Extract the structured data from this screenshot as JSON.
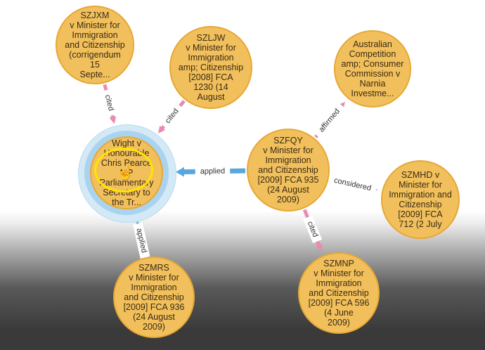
{
  "graph": {
    "selected_node": "Wight v\nHonourable\nChris Pearce\nMP\nParliamentary\nSecretary to\nthe Tr...",
    "nodes": [
      {
        "id": "wight",
        "label": "Wight v\nHonourable\nChris Pearce\nMP\nParliamentary\nSecretary to\nthe Tr...",
        "selected": true
      },
      {
        "id": "szjxm",
        "label": "SZJXM\nv Minister for\nImmigration\nand Citizenship\n(corrigendum\n15\nSepte..."
      },
      {
        "id": "szljw",
        "label": "SZLJW\nv Minister for\nImmigration\namp; Citizenship\n[2008] FCA\n1230 (14\nAugust"
      },
      {
        "id": "acc",
        "label": "Australian\nCompetition\namp; Consumer\nCommission v\nNarnia\nInvestme..."
      },
      {
        "id": "szfqy",
        "label": "SZFQY\nv Minister for\nImmigration\nand Citizenship\n[2009] FCA 935\n(24 August\n2009)"
      },
      {
        "id": "szmhd",
        "label": "SZMHD v\nMinister for\nImmigration and\nCitizenship\n[2009] FCA\n712 (2 July"
      },
      {
        "id": "szmrs",
        "label": "SZMRS\nv Minister for\nImmigration\nand Citizenship\n[2009] FCA 936\n(24 August\n2009)"
      },
      {
        "id": "szmnp",
        "label": "SZMNP\nv Minister for\nImmigration\nand Citizenship\n[2009] FCA 596\n(4 June\n2009)"
      }
    ],
    "edges": [
      {
        "from": "szjxm",
        "to": "wight",
        "label": "cited",
        "color": "#e98bb0"
      },
      {
        "from": "szljw",
        "to": "wight",
        "label": "cited",
        "color": "#e98bb0"
      },
      {
        "from": "szfqy",
        "to": "wight",
        "label": "applied",
        "color": "#5aa7e0"
      },
      {
        "from": "szmrs",
        "to": "wight",
        "label": "applied",
        "color": "#5aa7e0"
      },
      {
        "from": "szfqy",
        "to": "acc",
        "label": "affirmed",
        "color": "#e98bb0"
      },
      {
        "from": "szfqy",
        "to": "szmhd",
        "label": "considered",
        "color": "#d6a1e6"
      },
      {
        "from": "szfqy",
        "to": "szmnp",
        "label": "cited",
        "color": "#e98bb0"
      }
    ],
    "colors": {
      "node_fill": "#f1c05d",
      "node_border": "#e7a734",
      "selection_halo": "#a9d3ef",
      "cursor_highlight": "#ffe500"
    },
    "cursor": "hand-pointer-icon"
  }
}
